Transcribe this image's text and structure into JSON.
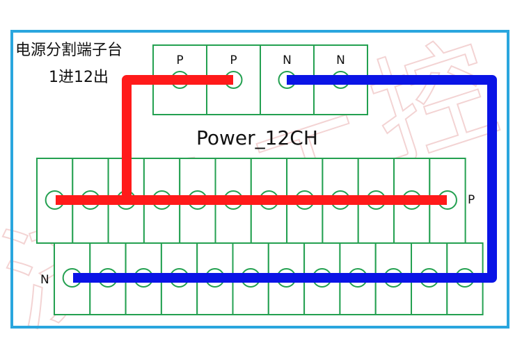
{
  "diagram": {
    "title": "电源分割端子台",
    "subtitle": "1进12出",
    "model_label": "Power_12CH",
    "watermark": "济鹏工控",
    "input_block": {
      "labels": [
        "P",
        "P",
        "N",
        "N"
      ]
    },
    "positive_row": {
      "label": "P",
      "count": 12
    },
    "negative_row": {
      "label": "N",
      "count": 12
    },
    "colors": {
      "frame": "#2aa6de",
      "terminal": "#23a050",
      "positive_wire": "#ff1a1a",
      "negative_wire": "#0a14e6",
      "watermark": "#f3d3d3"
    }
  }
}
